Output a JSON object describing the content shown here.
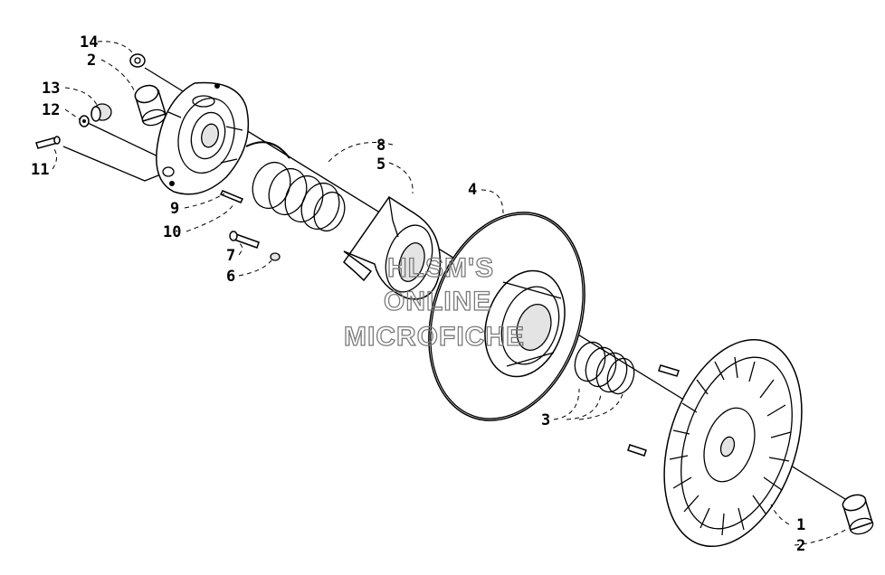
{
  "diagram": {
    "callouts": [
      {
        "id": "c14",
        "text": "14"
      },
      {
        "id": "c2a",
        "text": "2"
      },
      {
        "id": "c13",
        "text": "13"
      },
      {
        "id": "c12",
        "text": "12"
      },
      {
        "id": "c11",
        "text": "11"
      },
      {
        "id": "c9",
        "text": "9"
      },
      {
        "id": "c10",
        "text": "10"
      },
      {
        "id": "c8",
        "text": "8"
      },
      {
        "id": "c5",
        "text": "5"
      },
      {
        "id": "c7",
        "text": "7"
      },
      {
        "id": "c6",
        "text": "6"
      },
      {
        "id": "c4",
        "text": "4"
      },
      {
        "id": "c3",
        "text": "3"
      },
      {
        "id": "c1",
        "text": "1"
      },
      {
        "id": "c2b",
        "text": "2"
      }
    ],
    "watermark": [
      "HLSM'S",
      "ONLINE",
      "MICROFICHE"
    ]
  }
}
